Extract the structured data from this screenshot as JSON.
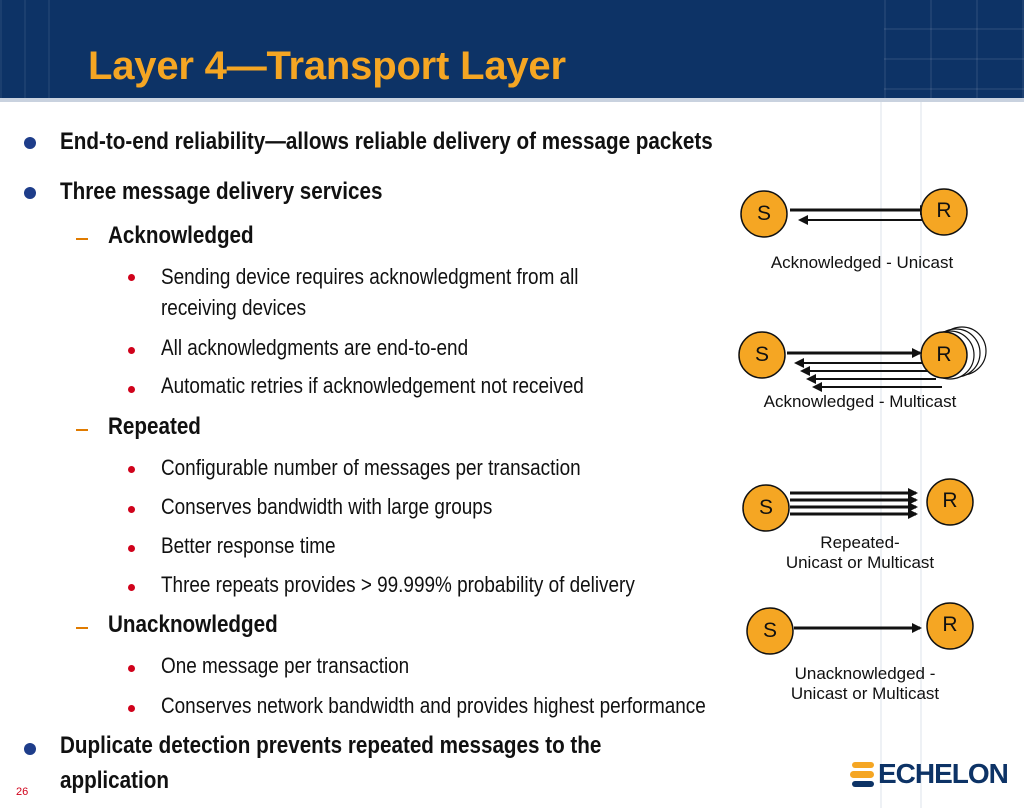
{
  "slide": {
    "title": "Layer 4—Transport Layer",
    "page_number": "26"
  },
  "bullets": {
    "b1": "End-to-end reliability—allows reliable delivery of message packets",
    "b2": "Three message delivery services",
    "acknowledged": {
      "heading": "Acknowledged",
      "items": [
        "Sending device requires acknowledgment from all",
        "receiving devices",
        "All acknowledgments are end-to-end",
        "Automatic retries if acknowledgement not received"
      ]
    },
    "repeated": {
      "heading": "Repeated",
      "items": [
        "Configurable number of messages per transaction",
        "Conserves bandwidth with large groups",
        "Better response time",
        "Three repeats provides > 99.999% probability of delivery"
      ]
    },
    "unacknowledged": {
      "heading": "Unacknowledged",
      "items": [
        "One message per transaction",
        "Conserves network bandwidth and provides highest performance"
      ]
    },
    "b3_line1": "Duplicate detection prevents repeated messages to the",
    "b3_line2": "application"
  },
  "diagrams": {
    "sender": "S",
    "receiver": "R",
    "ack_unicast": "Acknowledged - Unicast",
    "ack_multicast": "Acknowledged - Multicast",
    "repeated_line1": "Repeated-",
    "repeated_line2": "Unicast or Multicast",
    "unack_line1": "Unacknowledged -",
    "unack_line2": "Unicast or Multicast"
  },
  "logo": {
    "text": "ECHELON"
  },
  "colors": {
    "header_bg": "#0d3366",
    "title": "#f5a623",
    "node_fill": "#f5a623",
    "sub_bullet": "#d0021b"
  }
}
